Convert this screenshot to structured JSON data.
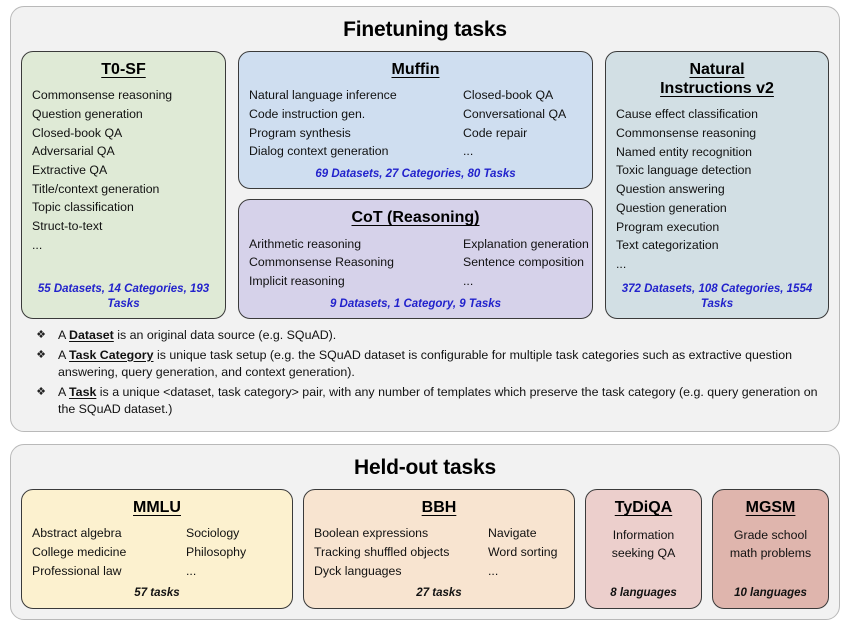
{
  "finetuning": {
    "title": "Finetuning tasks",
    "cards": [
      {
        "name": "t0sf",
        "title": "T0-SF",
        "columns": [
          [
            "Commonsense reasoning",
            "Question generation",
            "Closed-book QA",
            "Adversarial QA",
            "Extractive QA",
            "Title/context generation",
            "Topic classification",
            "Struct-to-text",
            "..."
          ]
        ],
        "footer": "55 Datasets, 14 Categories, 193 Tasks",
        "color": "#dfead6"
      },
      {
        "name": "muffin",
        "title": "Muffin",
        "columns": [
          [
            "Natural language inference",
            "Code instruction gen.",
            "Program synthesis",
            "Dialog context generation"
          ],
          [
            "Closed-book QA",
            "Conversational QA",
            "Code repair",
            "..."
          ]
        ],
        "footer": "69 Datasets, 27 Categories, 80 Tasks",
        "color": "#cfdef0"
      },
      {
        "name": "cot",
        "title": "CoT (Reasoning)",
        "columns": [
          [
            "Arithmetic reasoning",
            "Commonsense Reasoning",
            "Implicit reasoning"
          ],
          [
            "Explanation generation",
            "Sentence composition",
            "..."
          ]
        ],
        "footer": "9 Datasets, 1 Category, 9 Tasks",
        "color": "#d6d2ea"
      },
      {
        "name": "niv2",
        "title_line1": "Natural",
        "title_line2": "Instructions v2",
        "columns": [
          [
            "Cause effect classification",
            "Commonsense reasoning",
            "Named entity recognition",
            "Toxic language detection",
            "Question answering",
            "Question generation",
            "Program execution",
            "Text categorization",
            "..."
          ]
        ],
        "footer": "372 Datasets, 108 Categories, 1554 Tasks",
        "color": "#d2dfe4"
      }
    ],
    "legend": [
      {
        "bullet": "diamond-bullet-icon",
        "prefix": "A ",
        "term": "Dataset",
        "rest": " is an original data source (e.g. SQuAD)."
      },
      {
        "bullet": "diamond-bullet-icon",
        "prefix": "A ",
        "term": "Task Category",
        "rest": " is unique task setup (e.g. the SQuAD dataset is configurable for multiple task categories such as extractive question answering, query generation, and context generation)."
      },
      {
        "bullet": "diamond-bullet-icon",
        "prefix": "A ",
        "term": "Task",
        "rest": " is a unique <dataset, task category> pair, with any number of templates which preserve the task category (e.g. query generation on the SQuAD dataset.)"
      }
    ]
  },
  "heldout": {
    "title": "Held-out tasks",
    "cards": [
      {
        "name": "mmlu",
        "title": "MMLU",
        "columns": [
          [
            "Abstract algebra",
            "College medicine",
            "Professional law"
          ],
          [
            "Sociology",
            "Philosophy",
            "..."
          ]
        ],
        "footer": "57 tasks",
        "color": "#fcf1cf"
      },
      {
        "name": "bbh",
        "title": "BBH",
        "columns": [
          [
            "Boolean expressions",
            "Tracking shuffled objects",
            "Dyck languages"
          ],
          [
            "Navigate",
            "Word sorting",
            "..."
          ]
        ],
        "footer": "27 tasks",
        "color": "#f8e4d0"
      },
      {
        "name": "tydiqa",
        "title": "TyDiQA",
        "columns": [
          [
            "Information",
            "seeking QA"
          ]
        ],
        "footer": "8 languages",
        "color": "#eccfcc"
      },
      {
        "name": "mgsm",
        "title": "MGSM",
        "columns": [
          [
            "Grade school",
            "math problems"
          ]
        ],
        "footer": "10 languages",
        "color": "#dfb5ad"
      }
    ]
  },
  "colors": {
    "footer_accent": "#2222cc",
    "card_border": "#3a3a3a",
    "section_bg": "#f2f2f2"
  }
}
